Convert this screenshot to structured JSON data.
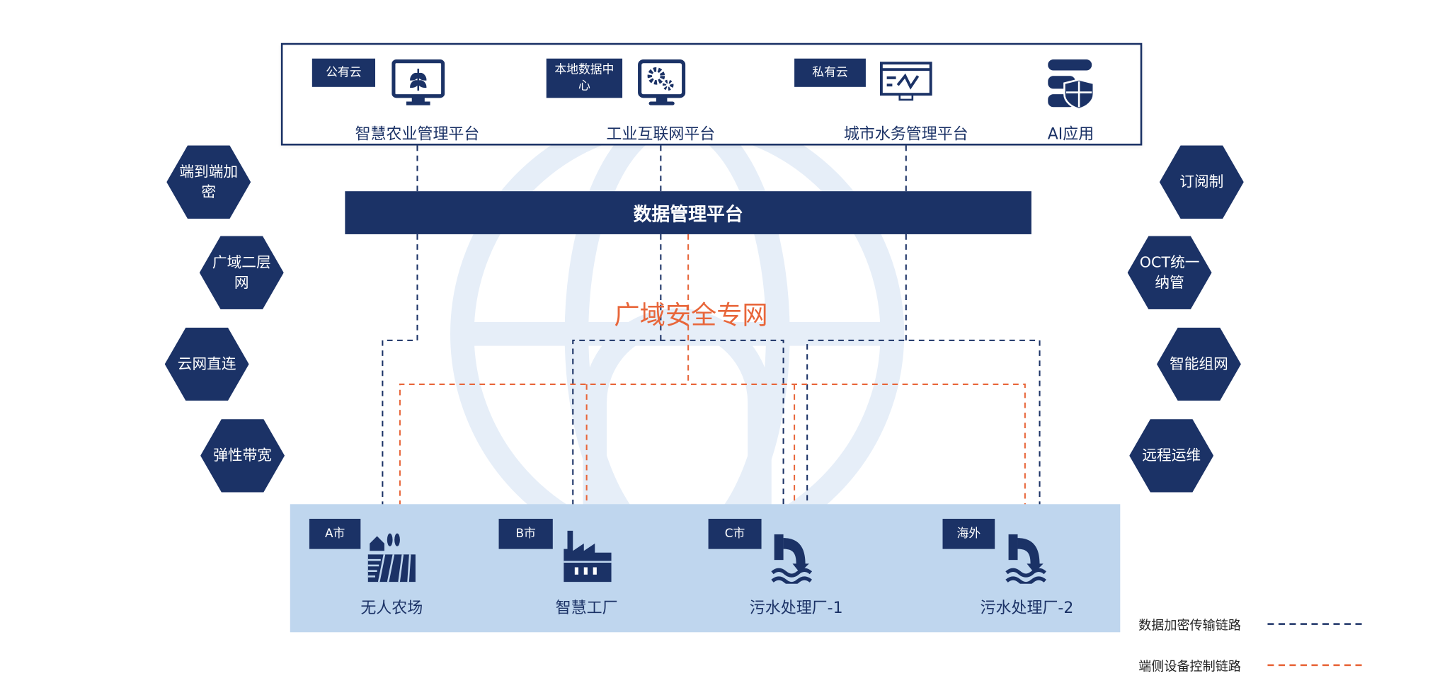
{
  "platforms": [
    {
      "tag": "公有云",
      "label": "智慧农业管理平台",
      "icon": "agriculture-monitor-icon"
    },
    {
      "tag": "本地数据中心",
      "label": "工业互联网平台",
      "icon": "gear-monitor-icon"
    },
    {
      "tag": "私有云",
      "label": "城市水务管理平台",
      "icon": "dashboard-monitor-icon"
    },
    {
      "label": "AI应用",
      "icon": "server-shield-icon"
    }
  ],
  "data_platform": "数据管理平台",
  "network_label": "广域安全专网",
  "left_features": [
    "端到端加密",
    "广域二层网",
    "云网直连",
    "弹性带宽"
  ],
  "right_features": [
    "订阅制",
    "OCT统一纳管",
    "智能组网",
    "远程运维"
  ],
  "sites": [
    {
      "tag": "A市",
      "label": "无人农场",
      "icon": "farm-icon"
    },
    {
      "tag": "B市",
      "label": "智慧工厂",
      "icon": "factory-icon"
    },
    {
      "tag": "C市",
      "label": "污水处理厂-1",
      "icon": "sewage-pipe-icon"
    },
    {
      "tag": "海外",
      "label": "污水处理厂-2",
      "icon": "sewage-pipe-icon"
    }
  ],
  "legend": [
    {
      "label": "数据加密传输链路",
      "color": "#1b3266"
    },
    {
      "label": "端侧设备控制链路",
      "color": "#e8663a"
    }
  ],
  "colors": {
    "navy": "#1b3266",
    "orange": "#e8663a",
    "panel": "#bfd6ee"
  }
}
